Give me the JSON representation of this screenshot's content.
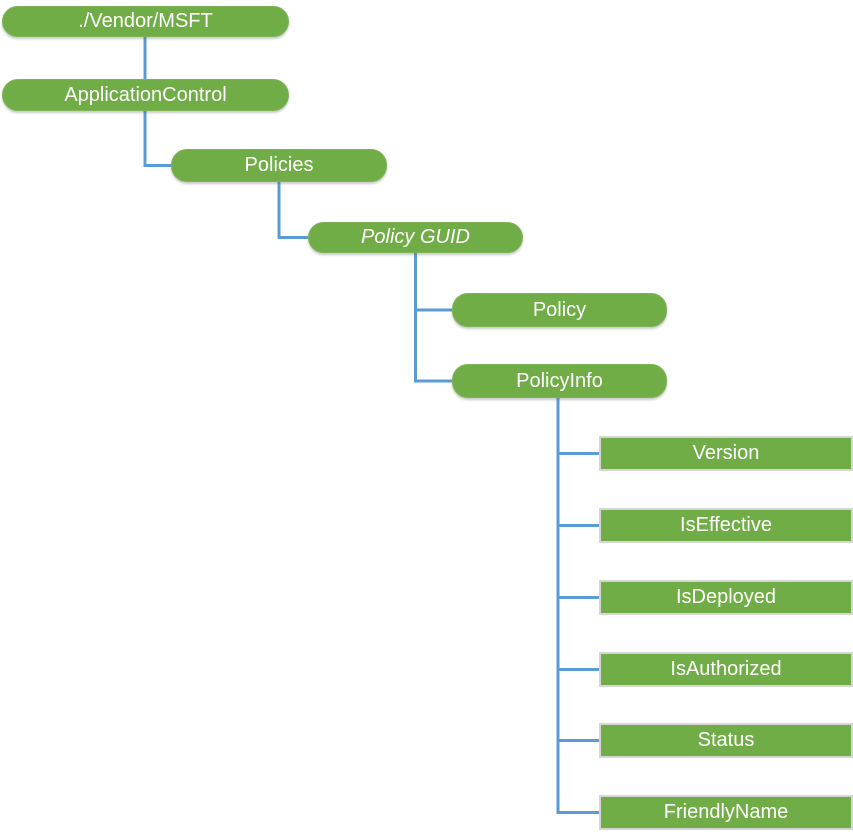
{
  "diagram": {
    "type": "tree",
    "description": "CSP node hierarchy tree diagram",
    "nodes": {
      "vendor_msft": {
        "label": "./Vendor/MSFT",
        "shape": "rounded",
        "depth": 0
      },
      "application_control": {
        "label": "ApplicationControl",
        "shape": "rounded",
        "depth": 1
      },
      "policies": {
        "label": "Policies",
        "shape": "rounded",
        "depth": 2
      },
      "policy_guid": {
        "label": "Policy GUID",
        "shape": "rounded",
        "style": "italic",
        "depth": 3
      },
      "policy": {
        "label": "Policy",
        "shape": "rounded",
        "depth": 4
      },
      "policy_info": {
        "label": "PolicyInfo",
        "shape": "rounded",
        "depth": 4
      }
    },
    "policy_info_children": [
      {
        "label": "Version",
        "shape": "rectangle"
      },
      {
        "label": "IsEffective",
        "shape": "rectangle"
      },
      {
        "label": "IsDeployed",
        "shape": "rectangle"
      },
      {
        "label": "IsAuthorized",
        "shape": "rectangle"
      },
      {
        "label": "Status",
        "shape": "rectangle"
      },
      {
        "label": "FriendlyName",
        "shape": "rectangle"
      }
    ],
    "colors": {
      "node_fill": "#70AD47",
      "connector": "#5B9BD5",
      "leaf_border": "#D6D6D6",
      "text": "#FFFFFF",
      "background": "#FFFFFF"
    }
  }
}
